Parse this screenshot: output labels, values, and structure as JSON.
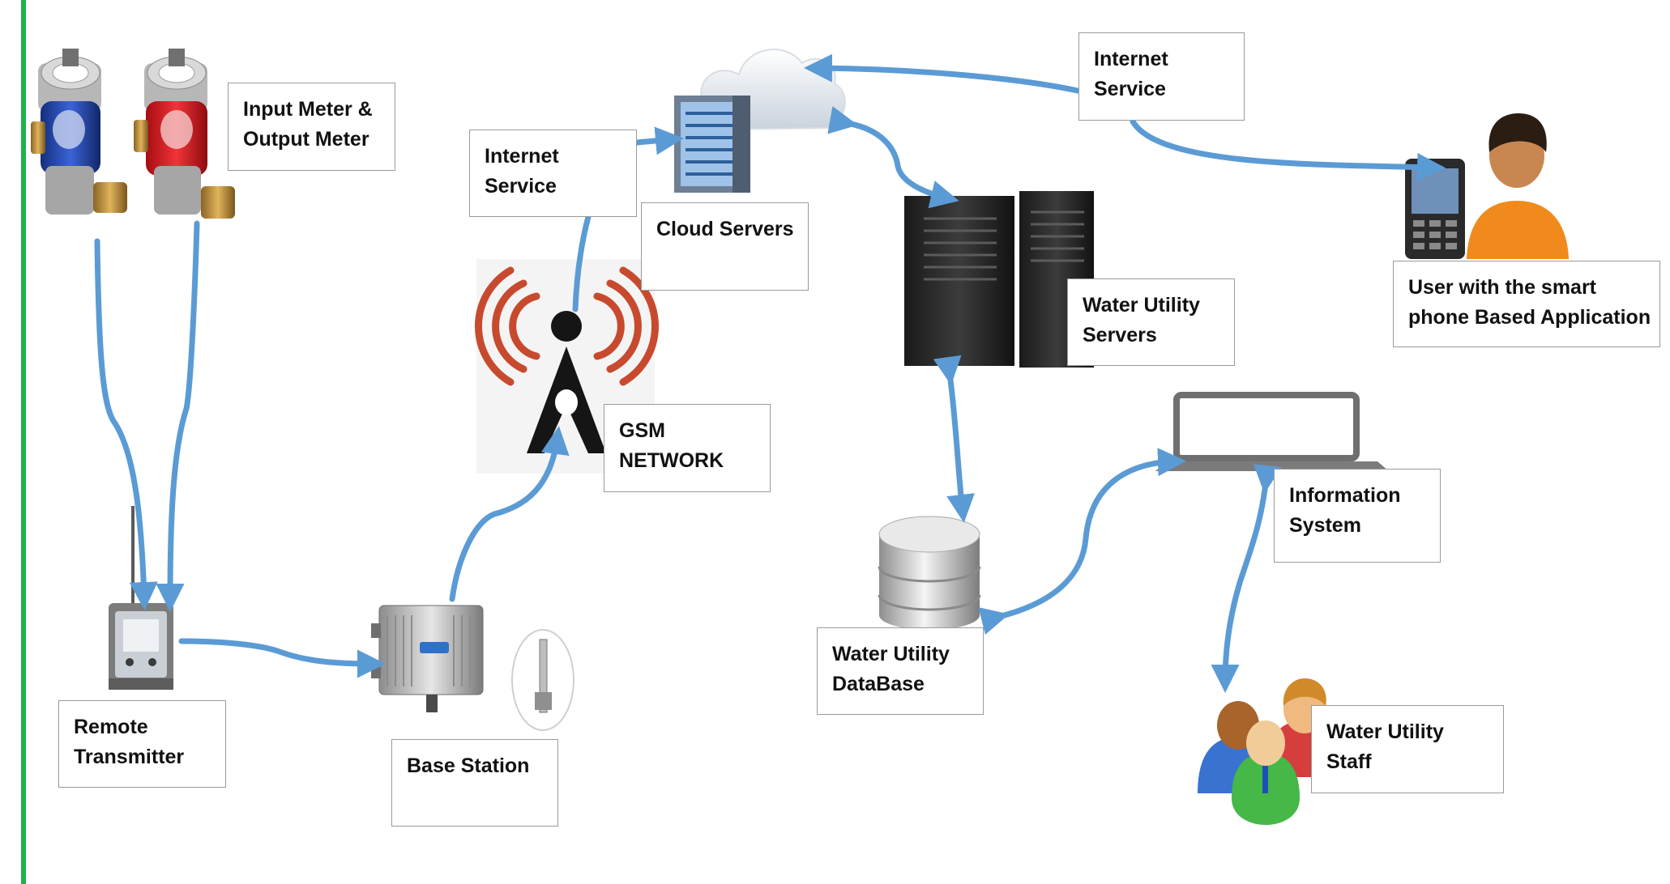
{
  "colors": {
    "border": "#1db34a",
    "arrow": "#5b9bd5",
    "label_border": "#9a9a9a"
  },
  "labels": {
    "meters": [
      "Input Meter &",
      "Output Meter"
    ],
    "transmitter": [
      "Remote",
      "Transmitter"
    ],
    "base_station": [
      "Base Station"
    ],
    "gsm": [
      "GSM",
      "NETWORK"
    ],
    "internet_left": [
      "Internet",
      "Service"
    ],
    "cloud": [
      "Cloud Servers"
    ],
    "internet_right": [
      "Internet",
      "Service"
    ],
    "user": [
      "User with the smart",
      "phone Based  Application"
    ],
    "utility_servers": [
      "Water Utility",
      "Servers"
    ],
    "database": [
      "Water Utility",
      "DataBase"
    ],
    "info_system": [
      "Information",
      "System"
    ],
    "staff": [
      "Water Utility",
      "Staff"
    ]
  },
  "icons": [
    "water-meter-icon",
    "remote-transmitter-icon",
    "base-station-icon",
    "antenna-icon",
    "gsm-tower-icon",
    "cloud-icon",
    "server-icon",
    "smartphone-user-icon",
    "database-icon",
    "laptop-icon",
    "staff-group-icon"
  ]
}
